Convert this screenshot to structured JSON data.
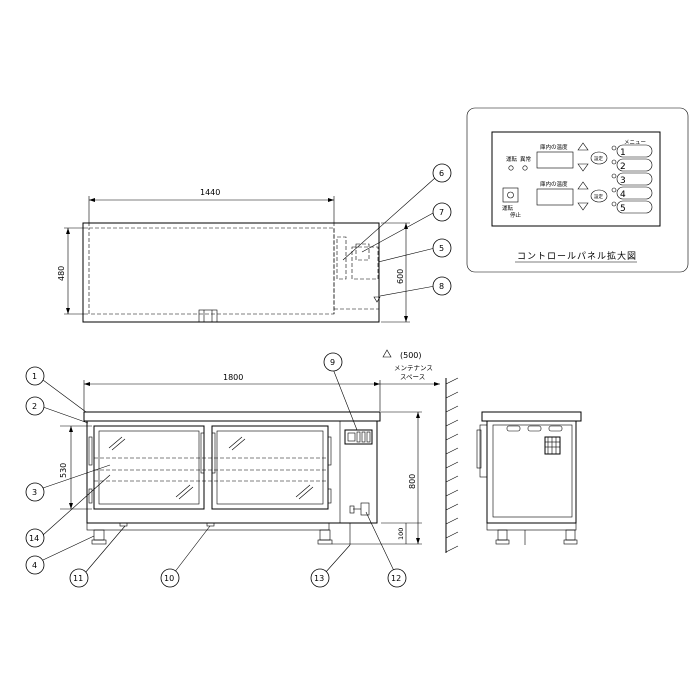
{
  "top_view": {
    "width_label": "1440",
    "depth_inner_label": "480",
    "depth_label": "600"
  },
  "front_view": {
    "width_label": "1800",
    "door_height_label": "530",
    "height_label": "800",
    "leg_height_label": "100",
    "maintenance_label": "(500)",
    "maintenance_note_line1": "メンテナンス",
    "maintenance_note_line2": "スペース"
  },
  "callouts": {
    "c1": "1",
    "c2": "2",
    "c3": "3",
    "c4": "4",
    "c5": "5",
    "c6": "6",
    "c7": "7",
    "c8": "8",
    "c9": "9",
    "c10": "10",
    "c11": "11",
    "c12": "12",
    "c13": "13",
    "c14": "14"
  },
  "control_panel": {
    "caption": "コントロールパネル拡大図",
    "run_label": "運転",
    "alarm_label": "異常",
    "temp_label_1": "庫内の温度",
    "temp_label_2": "庫内の温度",
    "set_label_1": "設定",
    "set_label_2": "設定",
    "menu_label": "メニュー",
    "menu_1": "1",
    "menu_2": "2",
    "menu_3": "3",
    "menu_4": "4",
    "menu_5": "5",
    "power_label_1": "運転",
    "power_label_2": "停止"
  }
}
